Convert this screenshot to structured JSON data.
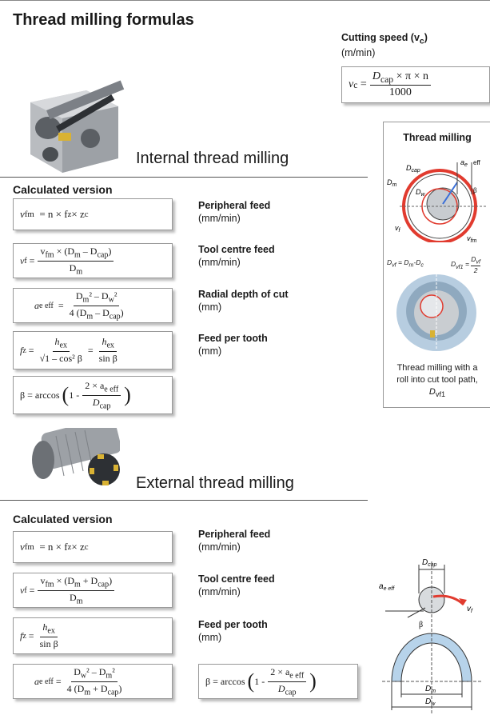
{
  "page": {
    "title": "Thread milling formulas"
  },
  "cutting_speed": {
    "label": "Cutting speed (v",
    "label_sub": "c",
    "label_close": ")",
    "unit": "(m/min)",
    "lhs": "v",
    "lhs_sub": "c",
    "num": "D",
    "num_sub": "cap",
    "num_rest": " × π × n",
    "den": "1000"
  },
  "internal": {
    "heading": "Internal thread milling",
    "calc_heading": "Calculated version",
    "f1": {
      "lhs": "v",
      "lhs_sub": "fm",
      "rhs": "= n × f",
      "rhs_sub": "z",
      "rhs_rest": " × z",
      "rhs_sub2": "c"
    },
    "f2": {
      "lhs": "v",
      "lhs_sub": "f",
      "num": "v",
      "num_sub": "fm",
      "num_rest": " × (D",
      "num_sub2": "m",
      "num_rest2": " – D",
      "num_sub3": "cap",
      "num_close": ")",
      "den": "D",
      "den_sub": "m"
    },
    "f3": {
      "lhs": "a",
      "lhs_sub": "e eff",
      "num": "D",
      "num_sub": "m",
      "num_rest": "² – D",
      "num_sub2": "w",
      "num_rest2": "²",
      "den": "4 (D",
      "den_sub": "m",
      "den_rest": " – D",
      "den_sub2": "cap",
      "den_close": ")"
    },
    "f4": {
      "lhs": "f",
      "lhs_sub": "z",
      "num": "h",
      "num_sub": "ex",
      "den": "√1 – cos² β",
      "num2": "h",
      "num2_sub": "ex",
      "den2": "sin β"
    },
    "f5": {
      "lhs": "β = arccos",
      "inner": "1 - ",
      "num": "2 × a",
      "num_sub": "e eff",
      "den": "D",
      "den_sub": "cap"
    },
    "labels": [
      {
        "label": "Peripheral feed",
        "unit": "(mm/min)"
      },
      {
        "label": "Tool centre feed",
        "unit": "(mm/min)"
      },
      {
        "label": "Radial depth of cut",
        "unit": "(mm)"
      },
      {
        "label": "Feed per tooth",
        "unit": "(mm)"
      }
    ]
  },
  "external": {
    "heading": "External thread milling",
    "calc_heading": "Calculated version",
    "f1": {
      "lhs": "v",
      "lhs_sub": "fm",
      "rhs": "= n × f",
      "rhs_sub": "z",
      "rhs_rest": " × z",
      "rhs_sub2": "c"
    },
    "f2": {
      "lhs": "v",
      "lhs_sub": "f",
      "num": "v",
      "num_sub": "fm",
      "num_rest": " × (D",
      "num_sub2": "m",
      "num_rest2": " + D",
      "num_sub3": "cap",
      "num_close": ")",
      "den": "D",
      "den_sub": "m"
    },
    "f3": {
      "lhs": "f",
      "lhs_sub": "z",
      "num": "h",
      "num_sub": "ex",
      "den": "sin β"
    },
    "f4": {
      "lhs": "a",
      "lhs_sub": "e eff",
      "num": "D",
      "num_sub": "w",
      "num_rest": "² – D",
      "num_sub2": "m",
      "num_rest2": "²",
      "den": "4 (D",
      "den_sub": "m",
      "den_rest": " + D",
      "den_sub2": "cap",
      "den_close": ")"
    },
    "f5": {
      "lhs": "β = arccos",
      "inner": "1 - ",
      "num": "2 × a",
      "num_sub": "e eff",
      "den": "D",
      "den_sub": "cap"
    },
    "labels": [
      {
        "label": "Peripheral feed",
        "unit": "(mm/min)"
      },
      {
        "label": "Tool centre feed",
        "unit": "(mm/min)"
      },
      {
        "label": "Feed per tooth",
        "unit": "(mm)"
      }
    ]
  },
  "panel": {
    "title": "Thread milling",
    "caption1": "Thread milling with a",
    "caption2": "roll into cut tool path,",
    "caption3": "D",
    "caption3_sub": "vf1",
    "dia": {
      "dcap": "D",
      "dcap_sub": "cap",
      "dm": "D",
      "dm_sub": "m",
      "dw": "D",
      "dw_sub": "w",
      "vf": "v",
      "vf_sub": "f",
      "vfm": "v",
      "vfm_sub": "fm",
      "ae": "a",
      "ae_sub": "e",
      "eff": "eff",
      "beta": "β",
      "dvf": "D",
      "dvf_sub": "vf",
      "dvf_eq": " = D",
      "dvf_eq_sub": "m",
      "dvf_eq_rest": "-D",
      "dvf_eq_sub2": "c",
      "dvf1": "D",
      "dvf1_sub": "vf1",
      "dvf1_eq": " = ",
      "dvf1_num": "D",
      "dvf1_num_sub": "vf",
      "dvf1_den": "2"
    }
  },
  "ext_diagram": {
    "dcap": "D",
    "dcap_sub": "cap",
    "ae": "a",
    "ae_sub": "e eff",
    "vf": "v",
    "vf_sub": "f",
    "beta": "β",
    "dm": "D",
    "dm_sub": "m",
    "dw": "D",
    "dw_sub": "w"
  }
}
